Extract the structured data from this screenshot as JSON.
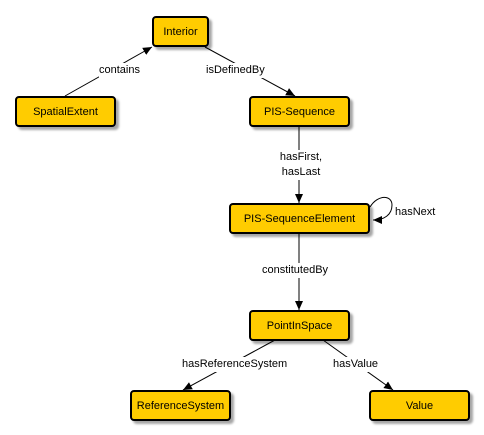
{
  "nodes": {
    "interior": "Interior",
    "spatial_extent": "SpatialExtent",
    "pis_sequence": "PIS-Sequence",
    "pis_sequence_element": "PIS-SequenceElement",
    "point_in_space": "PointInSpace",
    "reference_system": "ReferenceSystem",
    "value": "Value"
  },
  "edges": {
    "contains": "contains",
    "is_defined_by": "isDefinedBy",
    "has_first": "hasFirst,",
    "has_last": "hasLast",
    "has_next": "hasNext",
    "constituted_by": "constitutedBy",
    "has_reference_system": "hasReferenceSystem",
    "has_value": "hasValue"
  },
  "colors": {
    "node_fill": "#ffcc00",
    "border": "#000000"
  }
}
